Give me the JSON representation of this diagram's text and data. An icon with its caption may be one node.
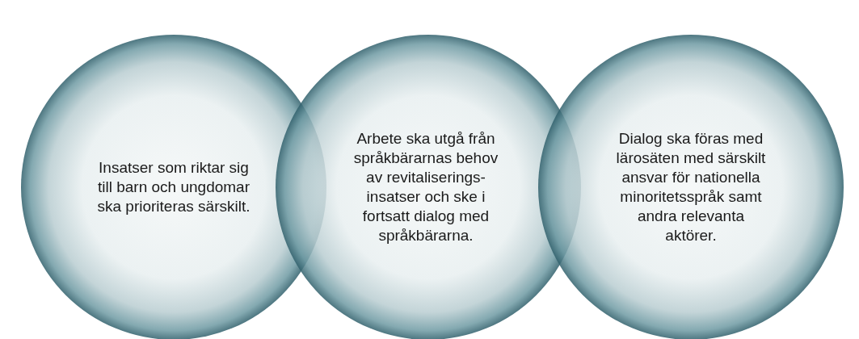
{
  "diagram": {
    "nodes": [
      {
        "text": [
          "Insatser som riktar sig till barn och ungdomar ska prioriteras särskilt."
        ]
      },
      {
        "text": [
          "Arbete ska utgå från språkbärarnas behov av revitaliserings- insatser och ske i fortsatt dialog med språkbärarna."
        ]
      },
      {
        "text": [
          "Dialog ska föras med lärosäten med särskilt ansvar för nationella minoritetsspråk samt andra relevanta aktörer."
        ]
      }
    ]
  }
}
